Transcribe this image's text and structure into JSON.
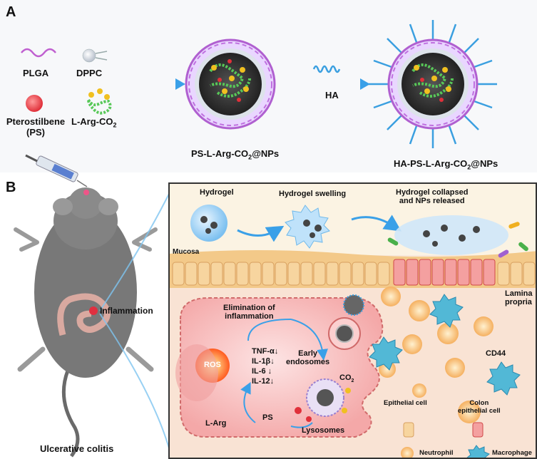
{
  "panel_a": {
    "letter": "A",
    "plga": "PLGA",
    "dppc": "DPPC",
    "ps_line1": "Pterostilbene",
    "ps_line2": "(PS)",
    "larg_prefix": "L-Arg-CO",
    "larg_sub": "2",
    "np1_prefix": "PS-L-Arg-CO",
    "np1_sub": "2",
    "np1_suffix": "@NPs",
    "ha": "HA",
    "np2_prefix": "HA-PS-L-Arg-CO",
    "np2_sub": "2",
    "np2_suffix": "@NPs"
  },
  "panel_b": {
    "letter": "B",
    "inflammation": "Inflammation",
    "ulcerative_colitis": "Ulcerative colitis",
    "hydrogel": "Hydrogel",
    "hydrogel_swelling": "Hydrogel swelling",
    "collapsed_line1": "Hydrogel collapsed",
    "collapsed_line2": "and NPs released",
    "mucosa": "Mucosa",
    "lamina_line1": "Lamina",
    "lamina_line2": "propria",
    "elimination_line1": "Elimination of",
    "elimination_line2": "inflammation",
    "tnf": "TNF-α↓",
    "il1b": "IL-1β↓",
    "il6": "IL-6  ↓",
    "il12": "IL-12↓",
    "ros": "ROS",
    "early_line1": "Early",
    "early_line2": "endosomes",
    "co2_prefix": "CO",
    "co2_sub": "2",
    "lysosomes": "Lysosomes",
    "larg": "L-Arg",
    "ps": "PS",
    "cd44": "CD44",
    "epithelial_cell": "Epithelial cell",
    "colon_line1": "Colon",
    "colon_line2": "epithelial cell",
    "neutrophil": "Neutrophil",
    "macrophage": "Macrophage"
  },
  "colors": {
    "plga": "#c060d0",
    "ps": "#e0303a",
    "arrow": "#4fb0e8",
    "ha": "#3a9fe0",
    "mucosa": "#f0c070",
    "colon_cell": "#f07070",
    "macrophage": "#40b0d0"
  }
}
